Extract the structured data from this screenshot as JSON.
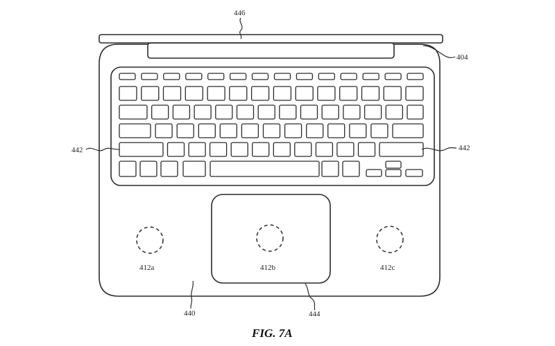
{
  "labels": {
    "display": "446",
    "hinge": "404",
    "keyboard_left": "442",
    "keyboard_right": "442",
    "sensor_left": "412a",
    "sensor_center": "412b",
    "sensor_right": "412c",
    "palm_rest": "440",
    "trackpad": "444"
  },
  "caption": "FIG. 7A"
}
